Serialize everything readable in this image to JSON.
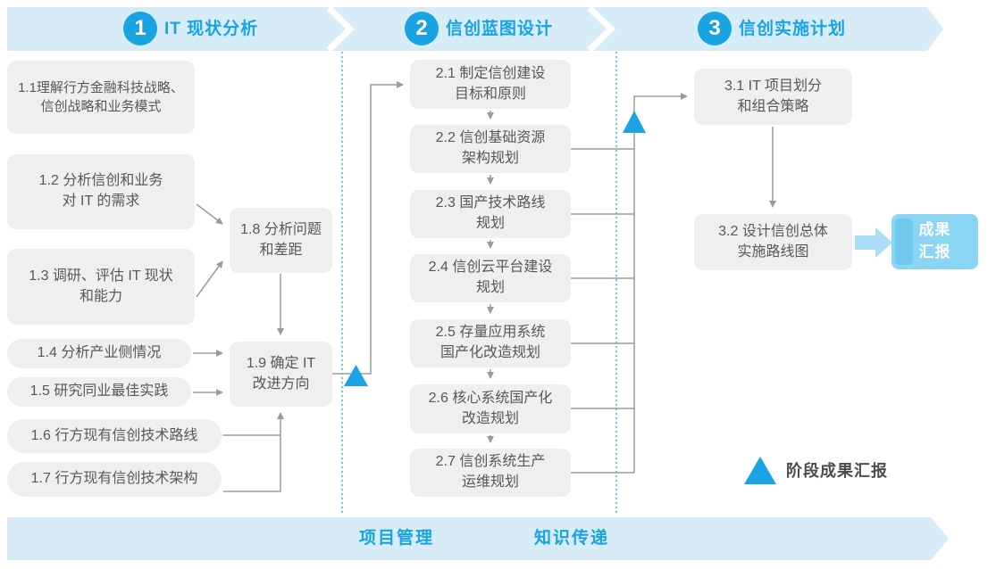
{
  "phases": [
    {
      "number": "1",
      "label": "IT 现状分析"
    },
    {
      "number": "2",
      "label": "信创蓝图设计"
    },
    {
      "number": "3",
      "label": "信创实施计划"
    }
  ],
  "col1": {
    "b11": {
      "line1": "1.1理解行方金融科技战略、",
      "line2": "信创战略和业务模式"
    },
    "b12": {
      "line1": "1.2 分析信创和业务",
      "line2": "对 IT 的需求"
    },
    "b13": {
      "line1": "1.3 调研、评估 IT 现状",
      "line2": "和能力"
    },
    "b14": {
      "line1": "1.4 分析产业侧情况"
    },
    "b15": {
      "line1": "1.5 研究同业最佳实践"
    },
    "b16": {
      "line1": "1.6 行方现有信创技术路线"
    },
    "b17": {
      "line1": "1.7 行方现有信创技术架构"
    },
    "b18": {
      "line1": "1.8 分析问题",
      "line2": "和差距"
    },
    "b19": {
      "line1": "1.9 确定 IT",
      "line2": "改进方向"
    }
  },
  "col2": {
    "b21": {
      "line1": "2.1 制定信创建设",
      "line2": "目标和原则"
    },
    "b22": {
      "line1": "2.2 信创基础资源",
      "line2": "架构规划"
    },
    "b23": {
      "line1": "2.3 国产技术路线",
      "line2": "规划"
    },
    "b24": {
      "line1": "2.4 信创云平台建设",
      "line2": "规划"
    },
    "b25": {
      "line1": "2.5 存量应用系统",
      "line2": "国产化改造规划"
    },
    "b26": {
      "line1": "2.6 核心系统国产化",
      "line2": "改造规划"
    },
    "b27": {
      "line1": "2.7 信创系统生产",
      "line2": "运维规划"
    }
  },
  "col3": {
    "b31": {
      "line1": "3.1 IT 项目划分",
      "line2": "和组合策略"
    },
    "b32": {
      "line1": "3.2 设计信创总体",
      "line2": "实施路线图"
    }
  },
  "result_box": {
    "line1": "成果",
    "line2": "汇报"
  },
  "legend": {
    "milestone_label": "阶段成果汇报"
  },
  "bottom_band": {
    "labels": [
      "项目管理",
      "知识传递"
    ]
  },
  "colors": {
    "accent_blue": "#18A3E3",
    "band_blue": "#D8ECF8",
    "box_gray": "#EFEFEF",
    "box_text_gray": "#595757",
    "connector_gray": "#9B9B9B",
    "milestone_triangle_blue": "#1BA3E5",
    "result_box_blue": "#8AD5F4",
    "result_box_strip_blue": "#6FC9EF",
    "result_arrow_blue": "#ABDEF6",
    "dotted_line_blue": "#3FB1E6",
    "legend_text_gray": "#4D4D4D"
  }
}
